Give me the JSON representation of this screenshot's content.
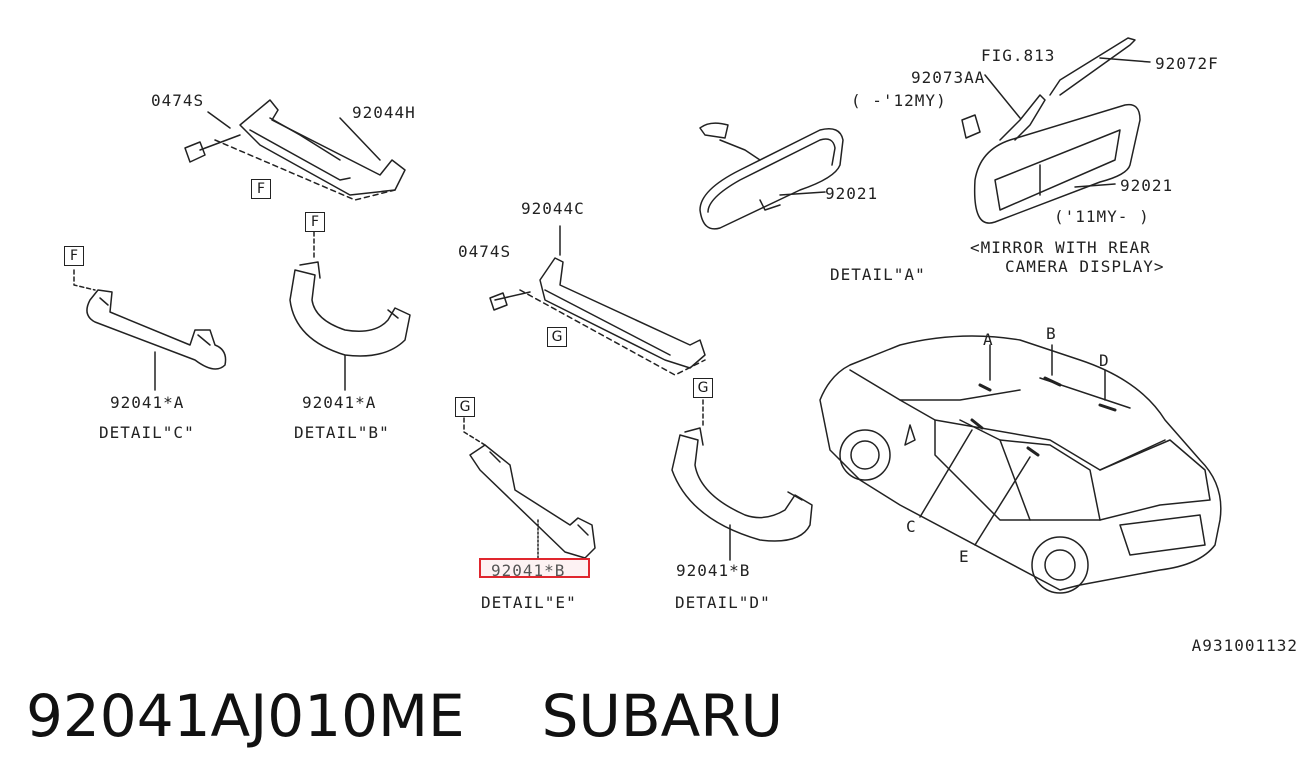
{
  "callouts": {
    "c0474s_top": "0474S",
    "c92044h": "92044H",
    "c92044c": "92044C",
    "c0474s_mid": "0474S",
    "c92021_a": "92021",
    "fig813": "FIG.813",
    "c92073aa": "92073AA",
    "c92072f": "92072F",
    "range_12my": "( -'12MY)",
    "c92021_b": "92021",
    "range_11my": "('11MY- )",
    "mirror_line1": "<MIRROR WITH REAR",
    "mirror_line2": "CAMERA DISPLAY>",
    "detail_a": "DETAIL\"A\"",
    "part_c": "92041*A",
    "detail_c": "DETAIL\"C\"",
    "part_b": "92041*A",
    "detail_b": "DETAIL\"B\"",
    "part_e": "92041*B",
    "detail_e": "DETAIL\"E\"",
    "part_d": "92041*B",
    "detail_d": "DETAIL\"D\"",
    "car_a": "A",
    "car_b": "B",
    "car_c": "C",
    "car_d": "D",
    "car_e": "E"
  },
  "boxes": {
    "f1": "F",
    "f2": "F",
    "f3": "F",
    "g1": "G",
    "g2": "G",
    "g3": "G"
  },
  "diagram_code": "A931001132",
  "footer": {
    "part_number": "92041AJ010ME",
    "brand": "SUBARU"
  },
  "colors": {
    "highlight": "#e0262e",
    "line": "#222222"
  }
}
